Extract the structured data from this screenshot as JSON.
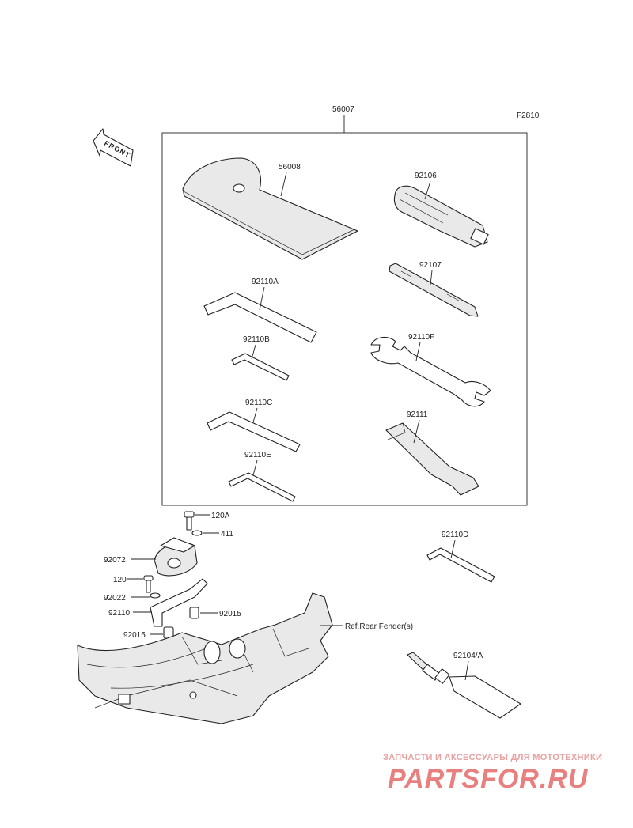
{
  "figure_code": "F2810",
  "front_arrow": {
    "label": "FRONT"
  },
  "kit": {
    "label": "56007"
  },
  "parts": {
    "p56008": "56008",
    "p92106": "92106",
    "p92110A": "92110A",
    "p92107": "92107",
    "p92110B": "92110B",
    "p92110F": "92110F",
    "p92110C": "92110C",
    "p92111": "92111",
    "p92110E": "92110E",
    "p120A": "120A",
    "p411": "411",
    "p92072": "92072",
    "p120": "120",
    "p92022": "92022",
    "p92110": "92110",
    "p92015a": "92015",
    "p92015b": "92015",
    "p92110D": "92110D",
    "ref_rear_fender": "Ref.Rear Fender(s)",
    "p92104A": "92104/A"
  },
  "watermark": {
    "tagline": "ЗАПЧАСТИ И АКСЕССУАРЫ ДЛЯ МОТОТЕХНИКИ",
    "logo": "PARTSFOR.RU"
  }
}
